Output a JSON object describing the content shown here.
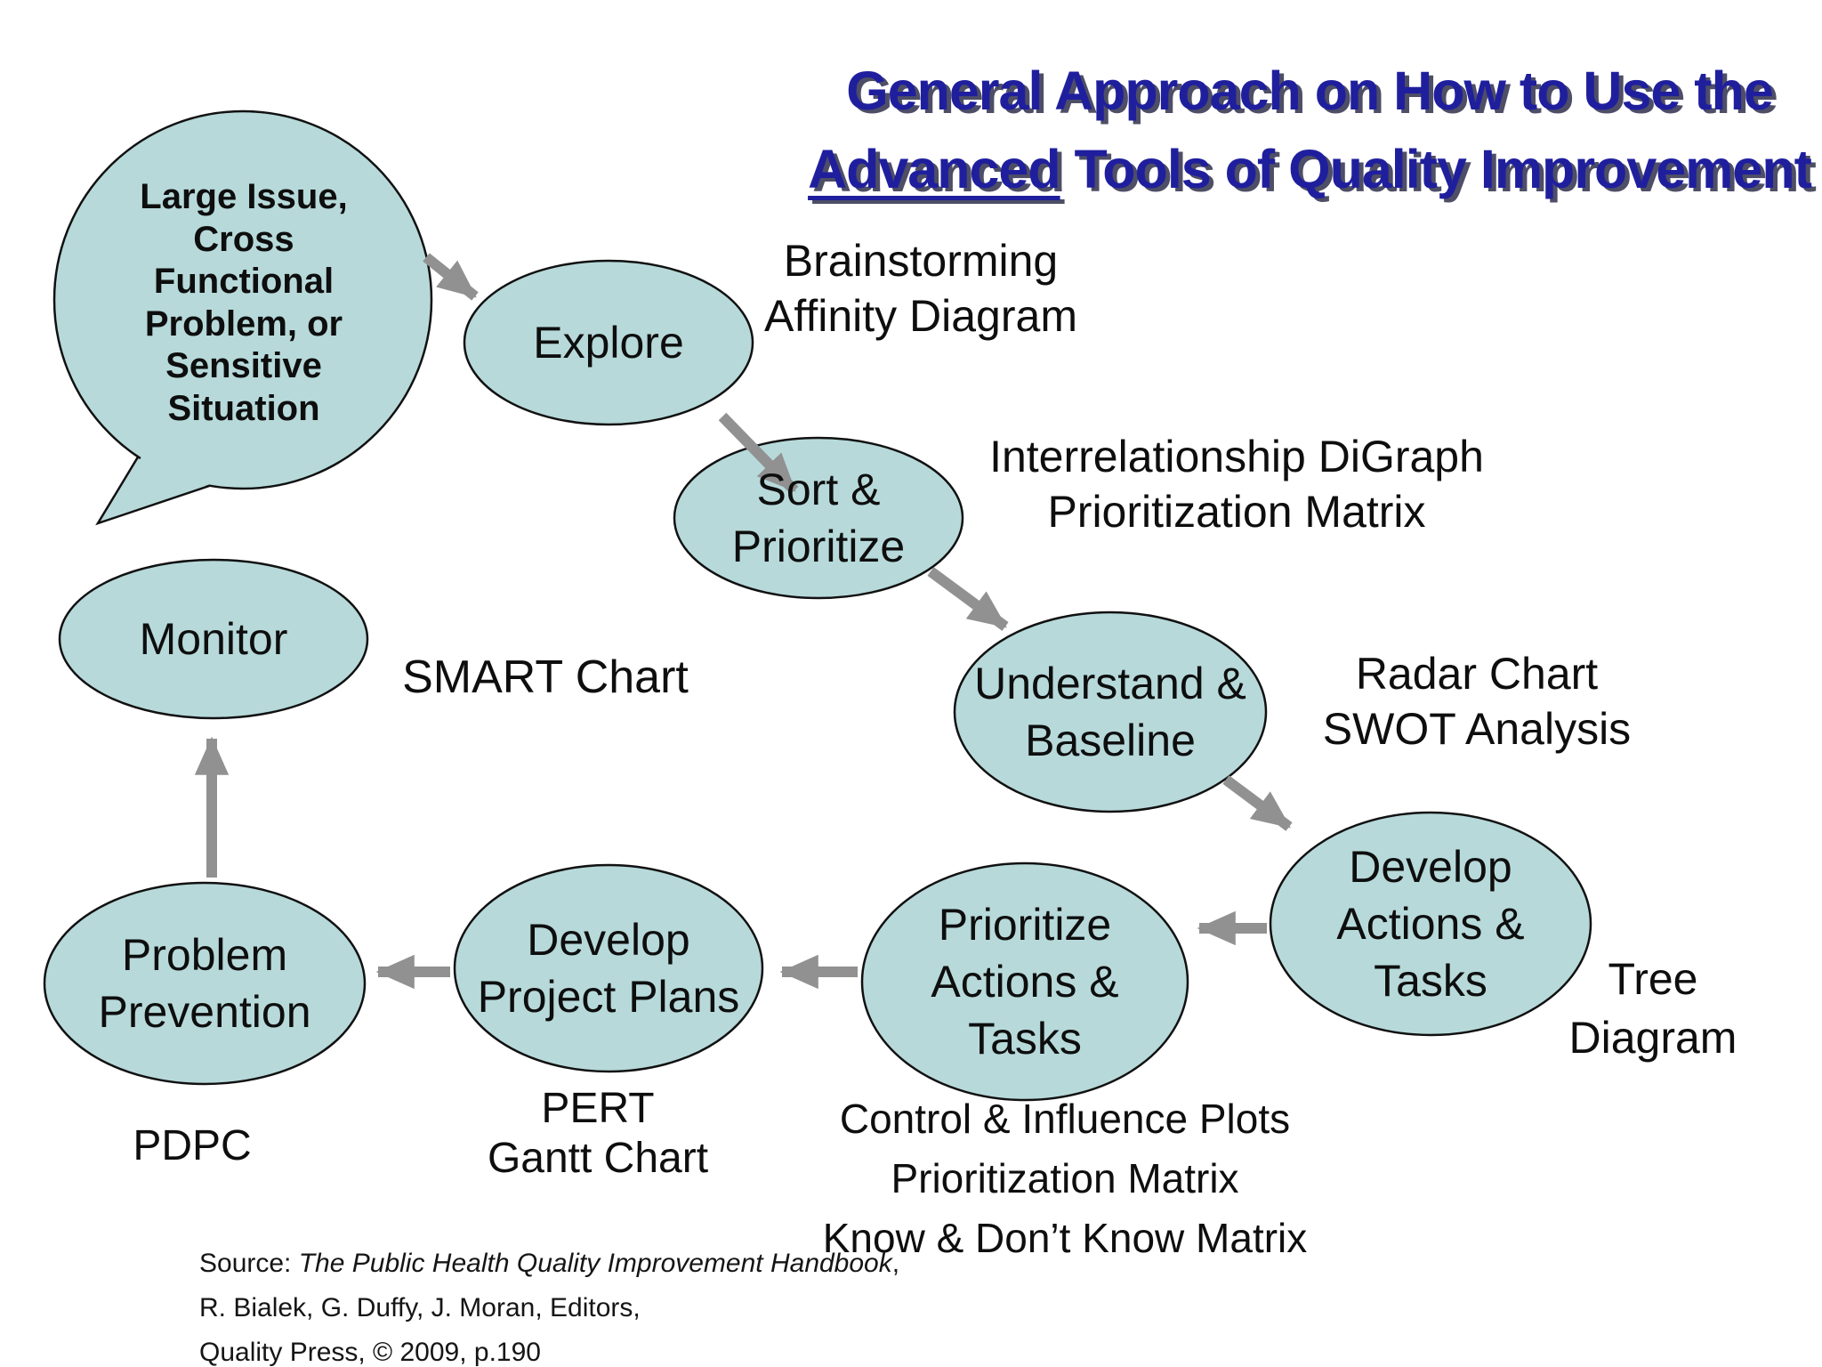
{
  "title": {
    "line1": "General Approach on How to Use the",
    "line2_underline": "Advanced",
    "line2_rest": " Tools of Quality Improvement"
  },
  "start_bubble": {
    "full_text": "Large Issue, Cross Functional Problem, or Sensitive Situation",
    "lines": [
      "Large Issue,",
      "Cross",
      "Functional",
      "Problem, or",
      "Sensitive",
      "Situation"
    ]
  },
  "steps": [
    {
      "name": "Explore",
      "label_lines": [
        "Explore"
      ],
      "tools": [
        "Brainstorming",
        "Affinity Diagram"
      ]
    },
    {
      "name": "Sort & Prioritize",
      "label_lines": [
        "Sort &",
        "Prioritize"
      ],
      "tools": [
        "Interrelationship DiGraph",
        "Prioritization Matrix"
      ]
    },
    {
      "name": "Understand & Baseline",
      "label_lines": [
        "Understand &",
        "Baseline"
      ],
      "tools": [
        "Radar Chart",
        "SWOT Analysis"
      ]
    },
    {
      "name": "Develop Actions & Tasks",
      "label_lines": [
        "Develop",
        "Actions &",
        "Tasks"
      ],
      "tools": [
        "Tree",
        "Diagram"
      ]
    },
    {
      "name": "Prioritize Actions & Tasks",
      "label_lines": [
        "Prioritize",
        "Actions &",
        "Tasks"
      ],
      "tools": [
        "Control & Influence Plots",
        "Prioritization Matrix",
        "Know & Don’t Know Matrix"
      ]
    },
    {
      "name": "Develop Project Plans",
      "label_lines": [
        "Develop",
        "Project Plans"
      ],
      "tools": [
        "PERT",
        "Gantt Chart"
      ]
    },
    {
      "name": "Problem Prevention",
      "label_lines": [
        "Problem",
        "Prevention"
      ],
      "tools": [
        "PDPC"
      ]
    },
    {
      "name": "Monitor",
      "label_lines": [
        "Monitor"
      ],
      "tools": [
        "SMART Chart"
      ]
    }
  ],
  "source": {
    "prefix": "Source: ",
    "book_title": "The Public Health Quality Improvement Handbook",
    "after_title": ",",
    "line2": "R. Bialek, G. Duffy, J. Moran, Editors,",
    "line3": "Quality Press, © 2009, p.190"
  },
  "colors": {
    "background": "#ffffff",
    "title_text": "#1f1f9e",
    "title_shadow": "#222240",
    "ellipse_fill": "#b7d9da",
    "ellipse_border": "#111111",
    "arrow": "#919191",
    "label_text": "#0e0e0e"
  }
}
